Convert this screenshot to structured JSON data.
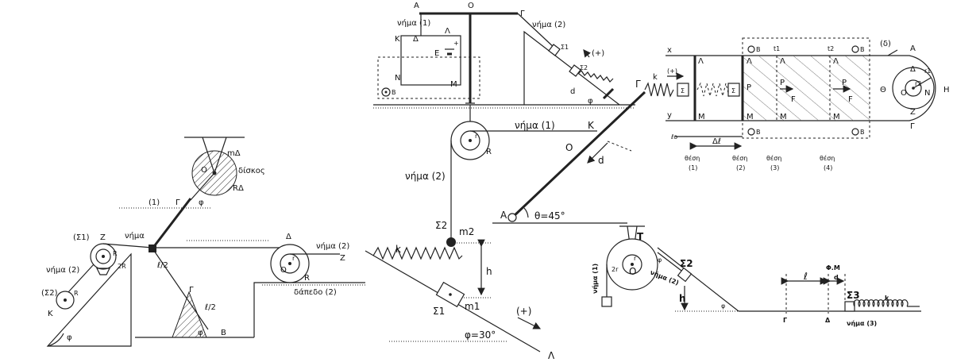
{
  "fig1": {
    "sigma1": "(Σ1)",
    "Z": "Z",
    "nima": "νήμα",
    "R": "R",
    "twoR": "2R",
    "nima2": "νήμα (2)",
    "sigma2": "(Σ2)",
    "Rsmall": "R",
    "K": "K",
    "phi": "φ",
    "label1": "(1)",
    "gamma_top": "Γ",
    "phi_top": "φ",
    "mDelta": "mΔ",
    "disk_O": "O",
    "diskos": "δίσκος",
    "RDelta": "RΔ",
    "l_over_2_a": "ℓ/2",
    "gamma_bottom": "Γ",
    "l_over_2_b": "ℓ/2",
    "phi_bottom": "φ",
    "B": "B",
    "Delta": "Δ",
    "nima2_right": "νήμα (2)",
    "Zright": "Z",
    "r": "r",
    "O": "O",
    "R2": "R",
    "dapedo": "δάπεδο (2)"
  },
  "fig2": {
    "A": "A",
    "O": "O",
    "Gamma": "Γ",
    "nima1": "νήμα (1)",
    "nima2": "νήμα (2)",
    "K": "K",
    "Delta": "Δ",
    "Lambda": "Λ",
    "E": "E",
    "plus": "+",
    "minus": "-",
    "N": "N",
    "M": "M",
    "B": "B",
    "sigma1": "Σ1",
    "sigma2": "Σ2",
    "plusArrow": "(+)",
    "d": "d",
    "phi": "φ",
    "r": "r",
    "R": "R",
    "nima1_pulley": "νήμα (1)",
    "K_rod": "K",
    "Gamma_rod": "Γ",
    "O_rod": "O",
    "d_rod": "d",
    "A_hinge": "A",
    "theta": "θ=45°",
    "nima2_vert": "νήμα (2)",
    "sigma2_mass": "Σ2",
    "m2": "m2",
    "h": "h",
    "k": "k",
    "sigma1_block": "Σ1",
    "m1": "m1",
    "plus_incline": "(+)",
    "phi30": "φ=30°",
    "Lambda_end": "Λ"
  },
  "fig3": {
    "x": "x",
    "y": "y",
    "k": "k",
    "plus": "(+)",
    "sigma": "Σ",
    "Lambda1": "Λ",
    "M1": "M",
    "P": "P",
    "t1": "t1",
    "t2": "t2",
    "F": "F",
    "l0": "ℓo",
    "dl": "Δℓ",
    "B": "B",
    "thesi1": "θέση",
    "num1": "(1)",
    "thesi2": "θέση",
    "num2": "(2)",
    "thesi3": "θέση",
    "num3": "(3)",
    "thesi4": "θέση",
    "num4": "(4)",
    "delta_sw": "(δ)",
    "A": "A",
    "DeltaL": "Δ",
    "r1": "r1",
    "r2": "r2",
    "Theta": "Θ",
    "O": "O",
    "N": "N",
    "H": "H",
    "Z": "Z",
    "Gamma": "Γ"
  },
  "fig4": {
    "T": "T",
    "r": "r",
    "twoR": "2r",
    "O": "O",
    "nima1": "νήμα (1)",
    "nima2": "νήμα (2)",
    "phi": "φ",
    "sigma2": "Σ2",
    "h": "h",
    "phi2": "φ",
    "Gamma": "Γ",
    "Delta": "Δ",
    "l": "ℓ",
    "d": "d",
    "FM": "Φ.Μ",
    "sigma3": "Σ3",
    "k": "k",
    "nima3": "νήμα (3)"
  }
}
